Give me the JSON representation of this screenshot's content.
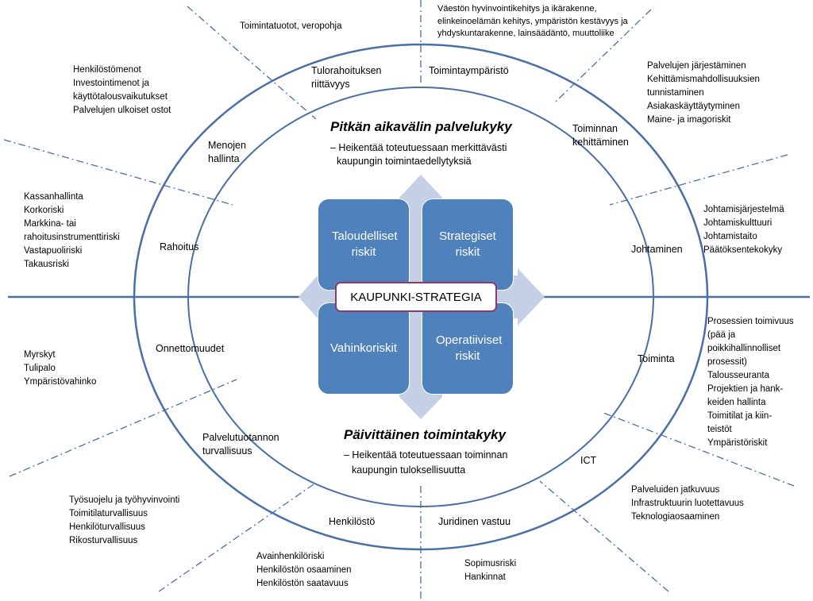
{
  "colors": {
    "line": "#4a6fa5",
    "box": "#4f81bd",
    "arrow": "#c5d0e6",
    "center_border": "#8c3a6c"
  },
  "quadrants": {
    "tl": "Taloudelliset riskit",
    "tr": "Strategiset riskit",
    "bl": "Vahinkoriskit",
    "br": "Operatiiviset riskit",
    "center": "KAUPUNKI-STRATEGIA"
  },
  "long_term": {
    "title": "Pitkän aikavälin palvelukyky",
    "desc_1": "– Heikentää toteutuessaan merkittävästi",
    "desc_2": "kaupungin toimintaedellytyksiä"
  },
  "daily": {
    "title": "Päivittäinen toimintakyky",
    "desc_1": "– Heikentää toteutuessaan toiminnan",
    "desc_2": "kaupungin tuloksellisuutta"
  },
  "segments": {
    "tulorahoitus_1": "Tulorahoituksen",
    "tulorahoitus_2": "riittävyys",
    "toimintaymparisto": "Toimintaympäristö",
    "menojen_1": "Menojen",
    "menojen_2": "hallinta",
    "toiminnan_1": "Toiminnan",
    "toiminnan_2": "kehittäminen",
    "rahoitus": "Rahoitus",
    "johtaminen": "Johtaminen",
    "onnettomuudet": "Onnettomuudet",
    "toiminta": "Toiminta",
    "palvelutuotannon_1": "Palvelutuotannon",
    "palvelutuotannon_2": "turvallisuus",
    "ict": "ICT",
    "henkilosto": "Henkilöstö",
    "juridinen": "Juridinen vastuu"
  },
  "outer": {
    "toimintatuotot": "Toimintatuotot, veropohja",
    "vaesto": [
      "Väestön hyvinvointikehitys ja ikärakenne,",
      "elinkeinoelämän kehitys, ympäristön kestävyys ja",
      "yhdyskuntarakenne, lainsäädäntö, muuttoliike"
    ],
    "menot": [
      "Henkilöstömenot",
      "Investointimenot ja",
      "käyttötalousvaikutukset",
      "Palvelujen ulkoiset ostot"
    ],
    "palvelut": [
      "Palvelujen järjestäminen",
      "Kehittämismahdollisuuksien",
      "tunnistaminen",
      "Asiakaskäyttäytyminen",
      "Maine- ja imagoriskit"
    ],
    "kassa": [
      "Kassanhallinta",
      "Korkoriski",
      "Markkina- tai",
      "rahoitusinstrumenttiriski",
      "Vastapuoliriski",
      "Takausriski"
    ],
    "johtamis": [
      "Johtamisjärjestelmä",
      "Johtamiskulttuuri",
      "Johtamistaito",
      "Päätöksentekokyky"
    ],
    "myrskyt": [
      "Myrskyt",
      "Tulipalo",
      "Ympäristövahinko"
    ],
    "prosessit": [
      "Prosessien toimivuus",
      "(pää ja",
      "poikkihallinnolliset",
      "prosessit)",
      "Talousseuranta",
      "Projektien ja hank-",
      "keiden hallinta",
      "Toimitilat ja kiin-",
      "teistöt",
      "Ympäristöriskit"
    ],
    "tyosuojelu": [
      "Työsuojelu ja työhyvinvointi",
      "Toimitilaturvallisuus",
      "Henkilöturvallisuus",
      "Rikosturvallisuus"
    ],
    "palveluiden": [
      "Palveluiden jatkuvuus",
      "Infrastruktuurin luotettavuus",
      "Teknologiaosaaminen"
    ],
    "avain": [
      "Avainhenkilöriski",
      "Henkilöstön osaaminen",
      "Henkilöstön saatavuus"
    ],
    "sopimus": [
      "Sopimusriski",
      "Hankinnat"
    ]
  }
}
